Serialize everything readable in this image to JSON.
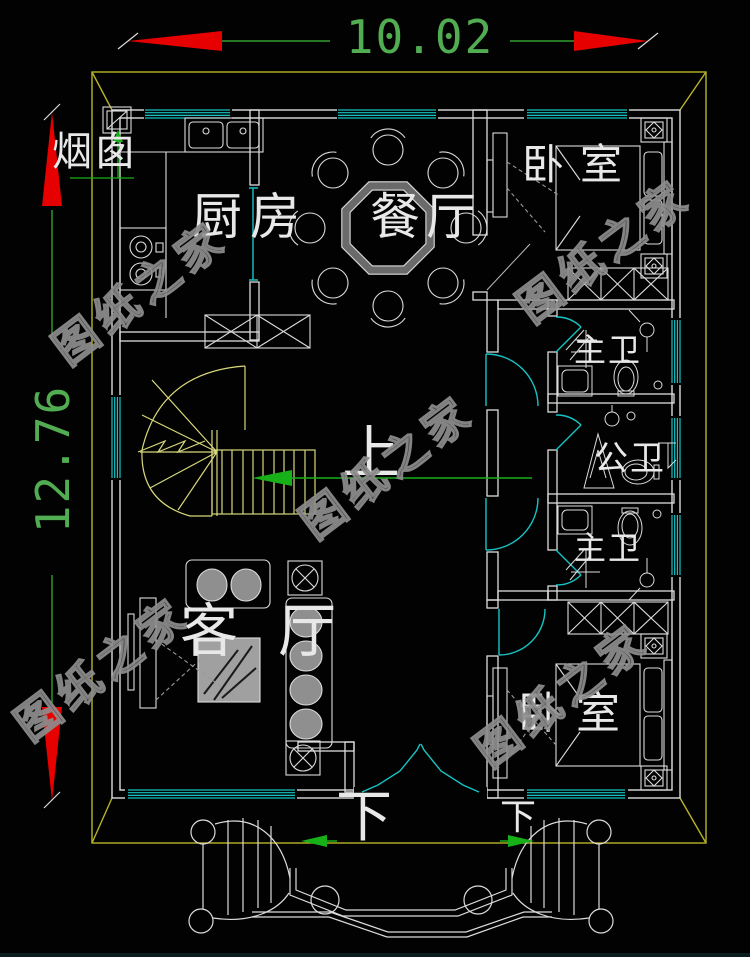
{
  "dimensions": {
    "width": "10.02",
    "height": "12.76"
  },
  "rooms": {
    "chimney": "烟囱",
    "kitchen": "厨房",
    "dining": "餐厅",
    "bedroom_top": "卧室",
    "bedroom_bottom": "卧室",
    "living": "客厅",
    "master_bath_top": "主卫",
    "shared_bath": "公卫",
    "master_bath_bottom": "主卫"
  },
  "stairs": {
    "up_label": "上"
  },
  "entrance": {
    "down_label": "下",
    "down_label_right": "下"
  },
  "watermark": {
    "text": "图纸之家"
  },
  "colors": {
    "background": "#020202",
    "wall_line": "#dcdcdc",
    "window": "#17c3c3",
    "roof_outline": "#b8b428",
    "stairs": "#d8d87c",
    "dimension_green": "#52ad52",
    "arrow_red": "#e60000",
    "furniture_gray": "#8f8f8f",
    "watermark_gray": "#8e8e8e"
  }
}
